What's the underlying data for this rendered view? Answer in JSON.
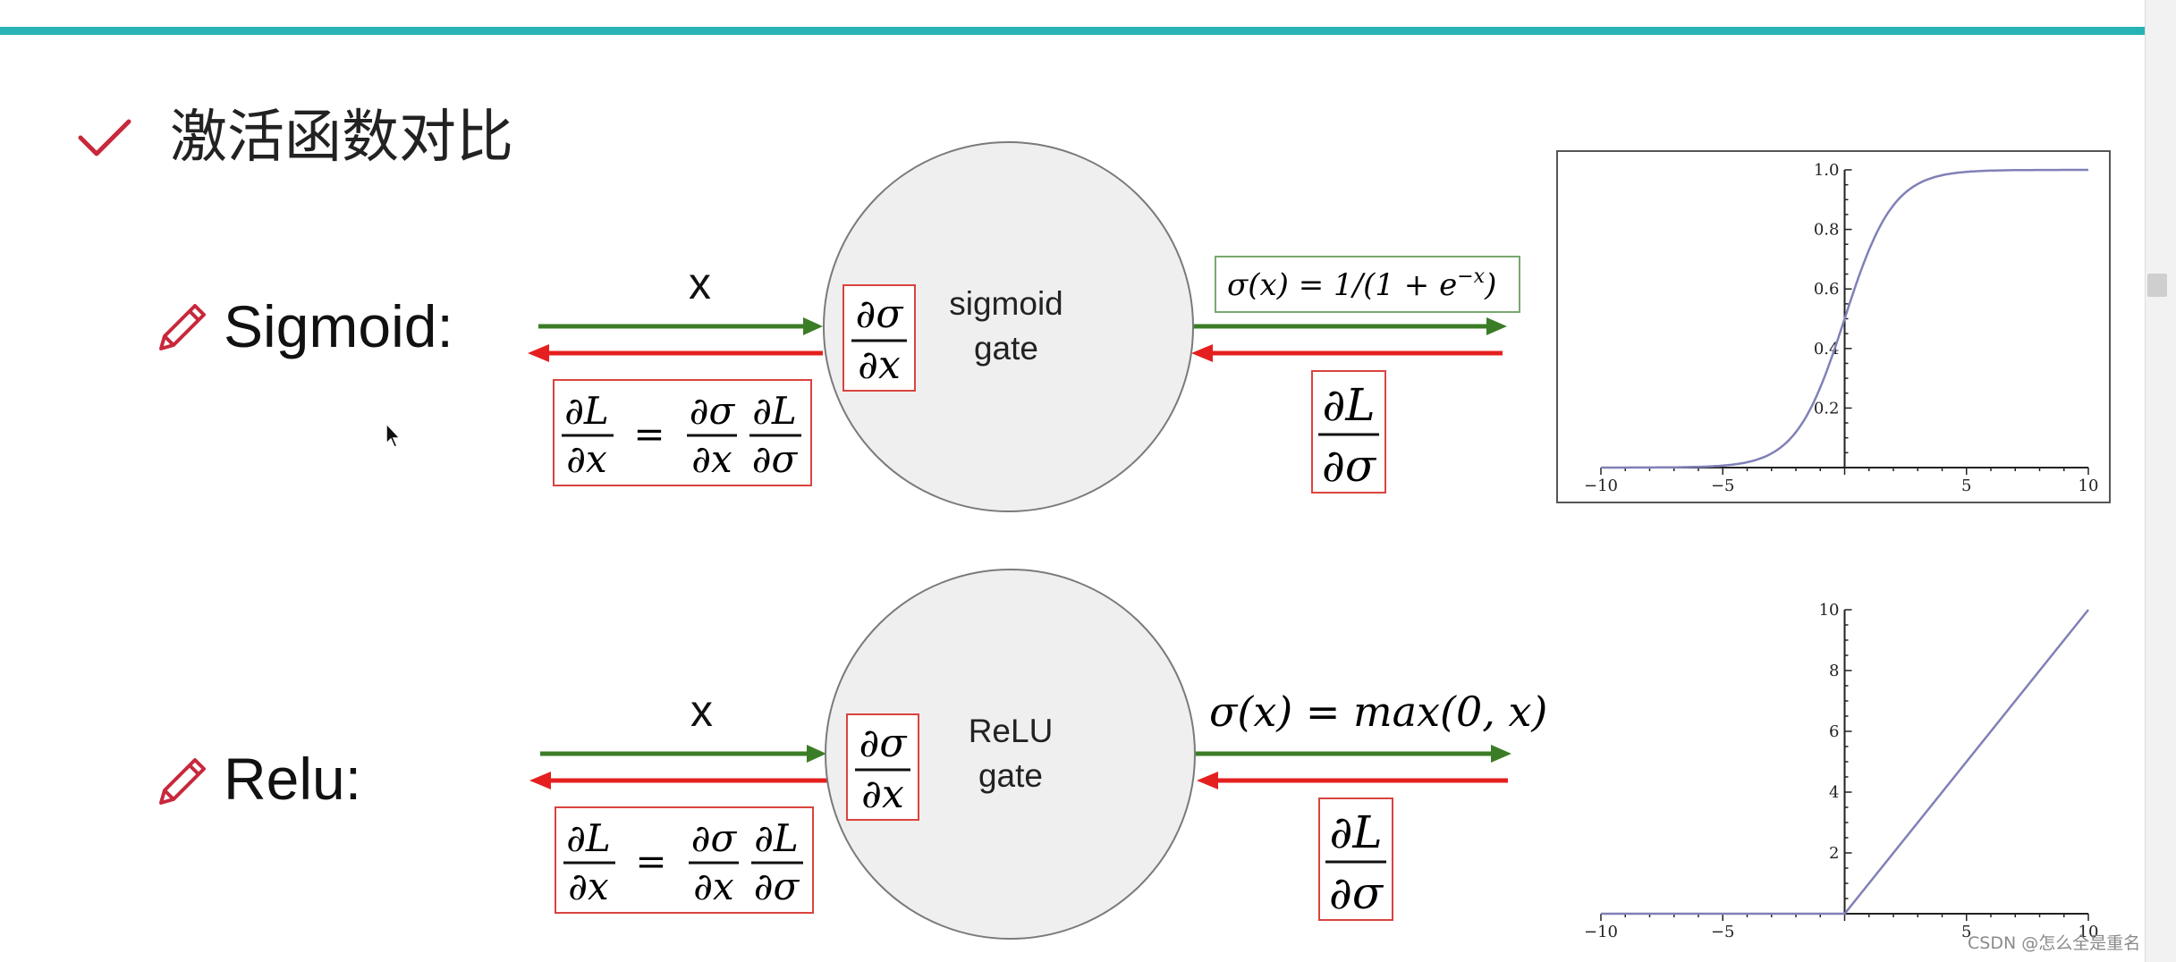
{
  "slide": {
    "title": "激活函数对比",
    "accent_color": "#27b3b3",
    "arrow_forward_color": "#3b7d26",
    "arrow_backward_color": "#e51f1f",
    "box_border_color": "#d9443e",
    "watermark": "CSDN @怎么全是重名"
  },
  "sigmoid": {
    "label": "Sigmoid:",
    "input_label": "x",
    "gate_label_line1": "sigmoid",
    "gate_label_line2": "gate",
    "local_grad": {
      "num": "∂σ",
      "den": "∂x"
    },
    "chain_rule": {
      "lhs_num": "∂L",
      "lhs_den": "∂x",
      "eq": "=",
      "f1_num": "∂σ",
      "f1_den": "∂x",
      "f2_num": "∂L",
      "f2_den": "∂σ"
    },
    "formula": "σ(x) = 1/(1 + e",
    "formula_exp": "−x",
    "formula_close": ")",
    "upstream_grad": {
      "num": "∂L",
      "den": "∂σ"
    }
  },
  "relu": {
    "label": "Relu:",
    "input_label": "x",
    "gate_label_line1": "ReLU",
    "gate_label_line2": "gate",
    "local_grad": {
      "num": "∂σ",
      "den": "∂x"
    },
    "chain_rule": {
      "lhs_num": "∂L",
      "lhs_den": "∂x",
      "eq": "=",
      "f1_num": "∂σ",
      "f1_den": "∂x",
      "f2_num": "∂L",
      "f2_den": "∂σ"
    },
    "formula": "σ(x) = max(0, x)",
    "upstream_grad": {
      "num": "∂L",
      "den": "∂σ"
    }
  },
  "chart_data": [
    {
      "type": "line",
      "function": "sigmoid",
      "xlim": [
        -10,
        10
      ],
      "ylim": [
        0,
        1
      ],
      "x_ticks": [
        "−10",
        "−5",
        "5",
        "10"
      ],
      "y_ticks": [
        "0.2",
        "0.4",
        "0.6",
        "0.8",
        "1.0"
      ],
      "x": [
        -10,
        -8,
        -6,
        -5,
        -4,
        -3,
        -2,
        -1,
        0,
        1,
        2,
        3,
        4,
        5,
        6,
        8,
        10
      ],
      "y": [
        4.54e-05,
        0.000335,
        0.00247,
        0.0067,
        0.018,
        0.047,
        0.119,
        0.269,
        0.5,
        0.731,
        0.881,
        0.953,
        0.982,
        0.9933,
        0.9975,
        0.99966,
        0.99995
      ],
      "color": "#8080b8"
    },
    {
      "type": "line",
      "function": "relu",
      "xlim": [
        -10,
        10
      ],
      "ylim": [
        0,
        10
      ],
      "x_ticks": [
        "−10",
        "−5",
        "5",
        "10"
      ],
      "y_ticks": [
        "2",
        "4",
        "6",
        "8",
        "10"
      ],
      "x": [
        -10,
        0,
        10
      ],
      "y": [
        0,
        0,
        10
      ],
      "color": "#8080b8"
    }
  ]
}
